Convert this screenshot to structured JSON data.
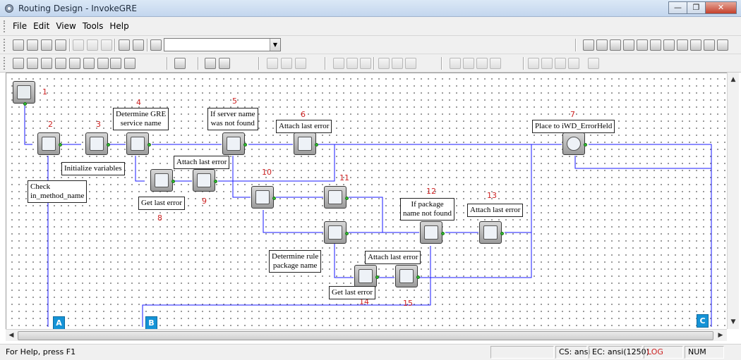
{
  "window": {
    "title": "Routing Design - InvokeGRE",
    "minimize": "0",
    "restore": "1",
    "close": "r"
  },
  "menu": [
    "File",
    "Edit",
    "View",
    "Tools",
    "Help"
  ],
  "toolbar": {
    "search_value": ""
  },
  "nodes": [
    {
      "n": "1"
    },
    {
      "n": "2"
    },
    {
      "n": "3"
    },
    {
      "n": "4"
    },
    {
      "n": "5"
    },
    {
      "n": "6"
    },
    {
      "n": "7"
    },
    {
      "n": "8"
    },
    {
      "n": "9"
    },
    {
      "n": "10"
    },
    {
      "n": "11"
    },
    {
      "n": "12"
    },
    {
      "n": "13"
    },
    {
      "n": "14"
    },
    {
      "n": "15"
    }
  ],
  "labels": {
    "determine_gre": "Determine GRE\nservice name",
    "if_server": "If server name\nwas not found",
    "attach6": "Attach last error",
    "place7": "Place to iWD_ErrorHeld",
    "init_vars": "Initialize variables",
    "attach9": "Attach last error",
    "check_method": "Check\nin_method_name",
    "get_error8": "Get last error",
    "if_package": "If package\nname not found",
    "attach13": "Attach last error",
    "determine_rule": "Determine rule\npackage name",
    "attach15": "Attach last error",
    "get_error14": "Get last error"
  },
  "markers": [
    "A",
    "B",
    "C"
  ],
  "status": {
    "help": "For Help, press F1",
    "cs": "CS: ansi",
    "ec": "EC: ansi(1250)",
    "log": "LOG",
    "num": "NUM"
  },
  "colors": {
    "wire": "#1a1aff",
    "node_number": "#cc2222",
    "marker": "#1593d6"
  }
}
